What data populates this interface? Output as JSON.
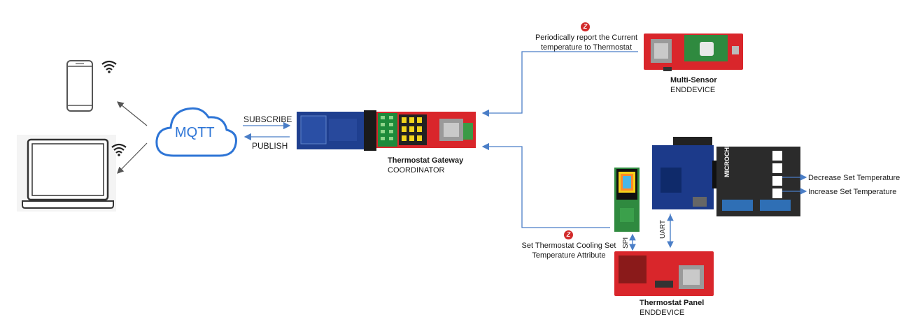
{
  "cloud_label": "MQTT",
  "subscribe_label": "SUBSCRIBE",
  "publish_label": "PUBLISH",
  "gateway": {
    "name": "Thermostat Gateway",
    "role": "COORDINATOR"
  },
  "multisensor": {
    "name": "Multi-Sensor",
    "role": "ENDDEVICE",
    "report_line1": "Periodically report the Current",
    "report_line2": "temperature to Thermostat"
  },
  "panel": {
    "name": "Thermostat Panel",
    "role": "ENDDEVICE",
    "setpoint_line1": "Set Thermostat Cooling Set",
    "setpoint_line2": "Temperature Attribute",
    "spi_label": "SPI",
    "uart_label": "UART"
  },
  "decrease_label": "Decrease Set Temperature",
  "increase_label": "Increase Set Temperature",
  "board_logo": "MICROCHIP",
  "icons": [
    "smartphone-icon",
    "laptop-icon",
    "wifi-icon",
    "cloud-icon",
    "zigbee-icon"
  ],
  "colors": {
    "cloud_blue": "#2e75d6",
    "arrow_blue": "#4a7ec7",
    "zigbee_red": "#d22b2b",
    "board_red": "#d9262b"
  }
}
